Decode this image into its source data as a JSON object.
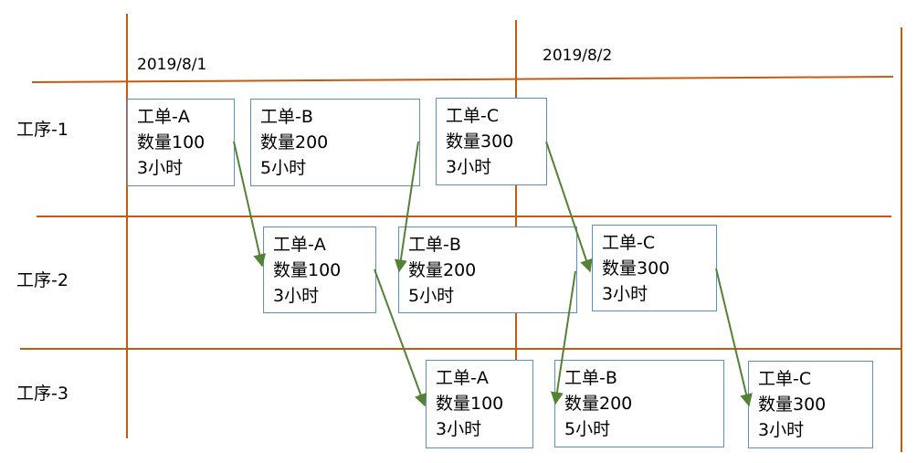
{
  "dates": [
    "2019/8/1",
    "2019/8/2"
  ],
  "processes": [
    "工序-1",
    "工序-2",
    "工序-3"
  ],
  "orders": [
    {
      "name": "工单-A",
      "qty": "数量100",
      "hours": "3小时"
    },
    {
      "name": "工单-B",
      "qty": "数量200",
      "hours": "5小时"
    },
    {
      "name": "工单-C",
      "qty": "数量300",
      "hours": "3小时"
    }
  ],
  "colors": {
    "grid": "#c55a11",
    "box_border": "#5b8fc7",
    "arrow": "#548235"
  }
}
